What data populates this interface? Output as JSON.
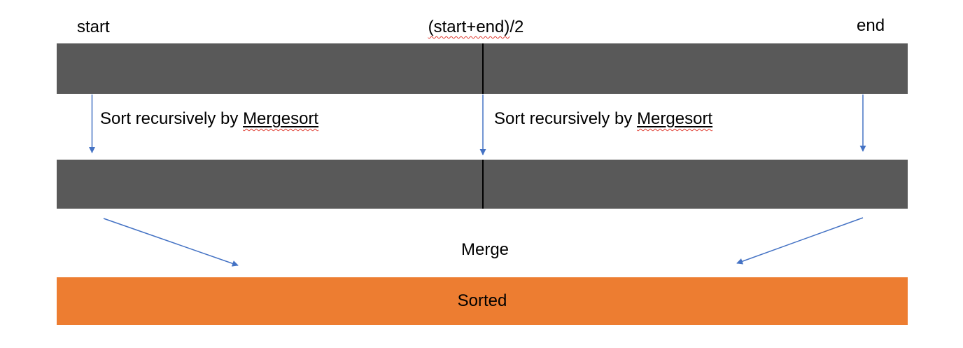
{
  "diagram": {
    "top_labels": {
      "start": "start",
      "midpoint_wavy": "(start+end)",
      "midpoint_rest": "/2",
      "end": "end"
    },
    "recursion_labels": {
      "left": {
        "prefix": "Sort recursively by ",
        "word": "Mergesort"
      },
      "right": {
        "prefix": "Sort recursively by ",
        "word": "Mergesort"
      }
    },
    "merge_label": "Merge",
    "sorted_label": "Sorted",
    "colors": {
      "bar_gray": "#595959",
      "bar_orange": "#ED7D31",
      "arrow_blue": "#4472C4",
      "divider_black": "#000000",
      "spellcheck_red": "#E03C31",
      "text": "#000000"
    }
  }
}
